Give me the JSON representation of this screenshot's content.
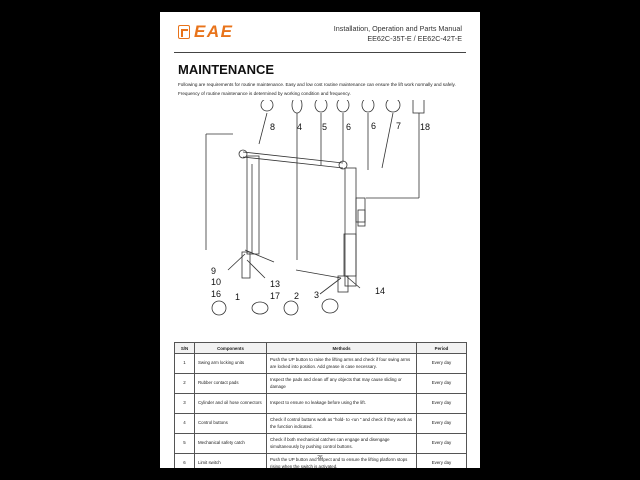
{
  "header": {
    "logo_text": "EAE",
    "title_line1": "Installation, Operation and Parts Manual",
    "title_line2": "EE62C-35T-E / EE62C-42T-E"
  },
  "section_title": "MAINTENANCE",
  "intro": "Following are requirements for routine maintenance. Easy and low cost routine maintenance can ensure the lift work normally and safely. Frequency of routine maintenance is determined by working condition and frequency.",
  "diagram": {
    "callouts": [
      "8",
      "4",
      "5",
      "6",
      "6",
      "7",
      "18",
      "9",
      "10",
      "16",
      "1",
      "13",
      "17",
      "2",
      "3",
      "14"
    ]
  },
  "table": {
    "headers": [
      "S/N",
      "Components",
      "Methods",
      "Period"
    ],
    "rows": [
      {
        "sn": "1",
        "component": "Swing arm locking units",
        "method": "Push the UP button to raise the lifting arms and check if four swing arms are locked into position. Add grease in case necessary.",
        "period": "Every day"
      },
      {
        "sn": "2",
        "component": "Rubber contact pads",
        "method": "Inspect the pads and clean off any objects that may cause sliding or damage",
        "period": "Every day"
      },
      {
        "sn": "3",
        "component": "Cylinder and oil hose connectors",
        "method": "Inspect to ensure no leakage before using the lift.",
        "period": "Every day"
      },
      {
        "sn": "4",
        "component": "Control buttons",
        "method": "Check if control buttons work as \"hold- to -run \" and check if they work as the function indicated.",
        "period": "Every day"
      },
      {
        "sn": "5",
        "component": "Mechanical safety catch",
        "method": "Check if both mechanical catches can engage and disengage simultaneously by pushing control buttons.",
        "period": "Every day"
      },
      {
        "sn": "6",
        "component": "Limit switch",
        "method": "Push the UP button and inspect and to ensure the lifting platform stops rising when the switch is activated.",
        "period": "Every day"
      }
    ]
  },
  "page_number": "26"
}
